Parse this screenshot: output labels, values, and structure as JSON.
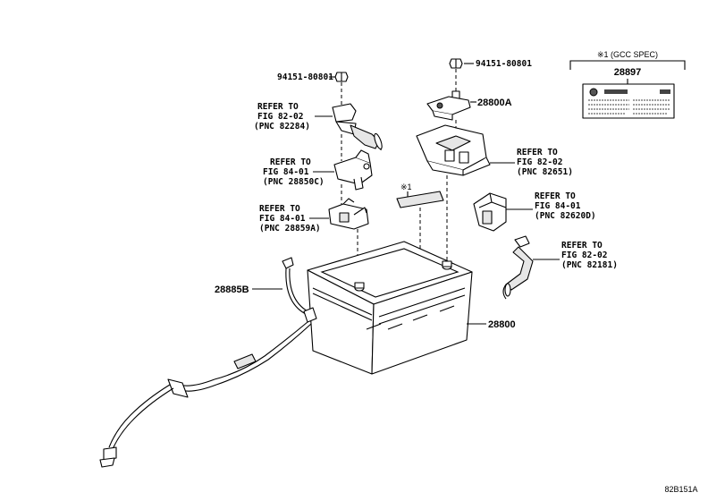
{
  "diagram": {
    "code": "82B151A",
    "labels": {
      "bolt_left": "94151-80801",
      "bolt_right": "94151-80801",
      "terminal_clamp": "28800A",
      "battery": "28800",
      "cable": "28885B",
      "caution_label": "28897"
    },
    "refer_left_1": [
      "REFER TO",
      "FIG 82-02",
      "(PNC 82284)"
    ],
    "refer_left_2": [
      "REFER TO",
      "FIG 84-01",
      "(PNC 28850C)"
    ],
    "refer_left_3": [
      "REFER TO",
      "FIG 84-01",
      "(PNC 28859A)"
    ],
    "refer_right_1": [
      "REFER TO",
      "FIG 82-02",
      "(PNC 82651)"
    ],
    "refer_right_2": [
      "REFER TO",
      "FIG 84-01",
      "(PNC 82620D)"
    ],
    "refer_right_3": [
      "REFER TO",
      "FIG 82-02",
      "(PNC 82181)"
    ],
    "gcc_box_title": "※1 (GCC SPEC)",
    "note_marker": "※1"
  }
}
